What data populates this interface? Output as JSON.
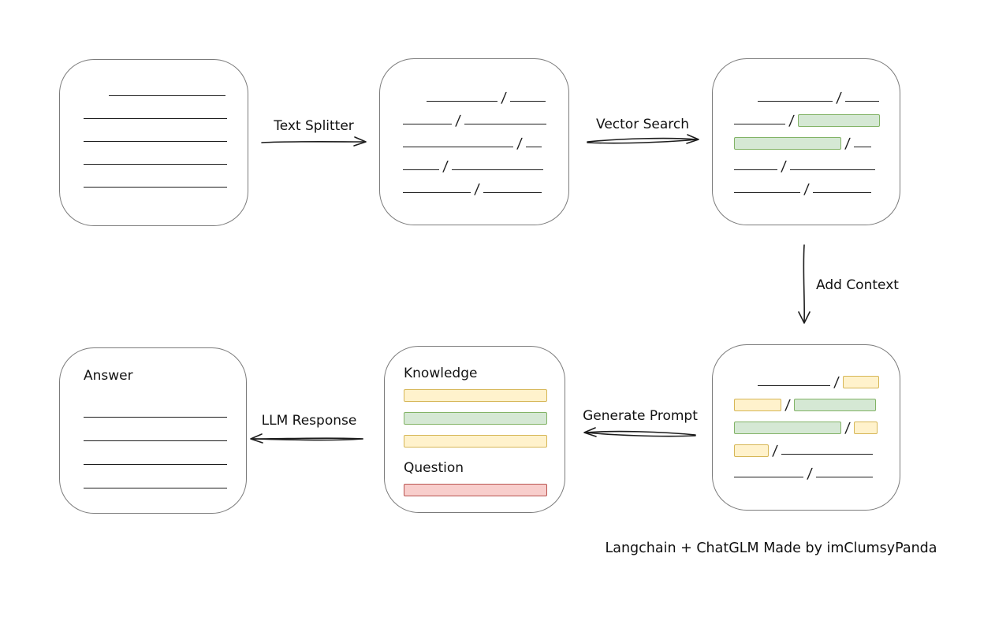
{
  "caption": {
    "text": "Langchain + ChatGLM Made by imClumsyPanda"
  },
  "colors": {
    "line": "#1c1c1c",
    "box_border": "#7b7b7b",
    "green_fill": "#d5e8d4",
    "green_border": "#82b366",
    "yellow_fill": "#fff2cc",
    "yellow_border": "#d6b656",
    "red_fill": "#f8cecc",
    "red_border": "#b85450"
  },
  "arrows": {
    "text_splitter": {
      "label": "Text Splitter",
      "direction": "right"
    },
    "vector_search": {
      "label": "Vector Search",
      "direction": "right"
    },
    "add_context": {
      "label": "Add Context",
      "direction": "down"
    },
    "generate_prompt": {
      "label": "Generate Prompt",
      "direction": "left"
    },
    "llm_response": {
      "label": "LLM Response",
      "direction": "left"
    }
  },
  "nodes": [
    {
      "id": "source-document",
      "rows": [
        {
          "items": [
            {
              "t": "line",
              "w": 148,
              "indent": 32
            }
          ]
        },
        {
          "items": [
            {
              "t": "line",
              "w": 182
            }
          ]
        },
        {
          "items": [
            {
              "t": "line",
              "w": 182
            }
          ]
        },
        {
          "items": [
            {
              "t": "line",
              "w": 182
            }
          ]
        },
        {
          "items": [
            {
              "t": "line",
              "w": 182
            }
          ]
        }
      ]
    },
    {
      "id": "split-text",
      "rows": [
        {
          "items": [
            {
              "t": "line",
              "w": 90,
              "indent": 30
            },
            {
              "t": "slash"
            },
            {
              "t": "line",
              "w": 45
            }
          ]
        },
        {
          "items": [
            {
              "t": "line",
              "w": 62
            },
            {
              "t": "slash"
            },
            {
              "t": "line",
              "w": 104
            }
          ]
        },
        {
          "items": [
            {
              "t": "line",
              "w": 140
            },
            {
              "t": "slash"
            },
            {
              "t": "line",
              "w": 20
            }
          ]
        },
        {
          "items": [
            {
              "t": "line",
              "w": 46
            },
            {
              "t": "slash"
            },
            {
              "t": "line",
              "w": 116
            }
          ]
        },
        {
          "items": [
            {
              "t": "line",
              "w": 86
            },
            {
              "t": "slash"
            },
            {
              "t": "line",
              "w": 74
            }
          ]
        }
      ]
    },
    {
      "id": "vector-matches",
      "rows": [
        {
          "items": [
            {
              "t": "line",
              "w": 95,
              "indent": 30
            },
            {
              "t": "slash"
            },
            {
              "t": "line",
              "w": 43
            }
          ]
        },
        {
          "items": [
            {
              "t": "line",
              "w": 65
            },
            {
              "t": "slash"
            },
            {
              "t": "chunk",
              "color": "green",
              "w": 104
            }
          ]
        },
        {
          "items": [
            {
              "t": "chunk",
              "color": "green",
              "w": 136
            },
            {
              "t": "slash"
            },
            {
              "t": "line",
              "w": 22
            }
          ]
        },
        {
          "items": [
            {
              "t": "line",
              "w": 55
            },
            {
              "t": "slash"
            },
            {
              "t": "line",
              "w": 108
            }
          ]
        },
        {
          "items": [
            {
              "t": "line",
              "w": 84
            },
            {
              "t": "slash"
            },
            {
              "t": "line",
              "w": 74
            }
          ]
        }
      ]
    },
    {
      "id": "context-chunks",
      "rows": [
        {
          "items": [
            {
              "t": "line",
              "w": 92,
              "indent": 30
            },
            {
              "t": "slash"
            },
            {
              "t": "chunk",
              "color": "yellow",
              "w": 46
            }
          ]
        },
        {
          "items": [
            {
              "t": "chunk",
              "color": "yellow",
              "w": 60
            },
            {
              "t": "slash"
            },
            {
              "t": "chunk",
              "color": "green",
              "w": 104
            }
          ]
        },
        {
          "items": [
            {
              "t": "chunk",
              "color": "green",
              "w": 136
            },
            {
              "t": "slash"
            },
            {
              "t": "chunk",
              "color": "yellow",
              "w": 30
            }
          ]
        },
        {
          "items": [
            {
              "t": "chunk",
              "color": "yellow",
              "w": 44
            },
            {
              "t": "slash"
            },
            {
              "t": "line",
              "w": 116
            }
          ]
        },
        {
          "items": [
            {
              "t": "line",
              "w": 88
            },
            {
              "t": "slash"
            },
            {
              "t": "line",
              "w": 72
            }
          ]
        }
      ]
    },
    {
      "id": "prompt",
      "rows": [
        {
          "heading": "Knowledge"
        },
        {
          "items": [
            {
              "t": "chunk",
              "color": "yellow",
              "w": 182
            }
          ]
        },
        {
          "items": [
            {
              "t": "chunk",
              "color": "green",
              "w": 182
            }
          ]
        },
        {
          "items": [
            {
              "t": "chunk",
              "color": "yellow",
              "w": 182
            }
          ]
        },
        {
          "heading": "Question"
        },
        {
          "items": [
            {
              "t": "chunk",
              "color": "red",
              "w": 182
            }
          ]
        }
      ]
    },
    {
      "id": "answer",
      "rows": [
        {
          "heading": "Answer"
        },
        {
          "items": [
            {
              "t": "line",
              "w": 182
            }
          ]
        },
        {
          "items": [
            {
              "t": "line",
              "w": 182
            }
          ]
        },
        {
          "items": [
            {
              "t": "line",
              "w": 182
            }
          ]
        },
        {
          "items": [
            {
              "t": "line",
              "w": 182
            }
          ]
        }
      ]
    }
  ]
}
